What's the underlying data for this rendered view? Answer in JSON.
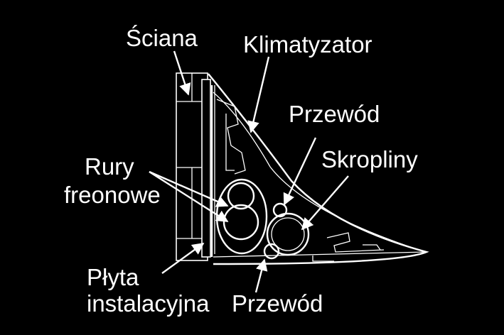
{
  "diagram": {
    "labels": {
      "sciana": "Ściana",
      "klimatyzator": "Klimatyzator",
      "przewod_top": "Przewód",
      "skropliny": "Skropliny",
      "rury_line1": "Rury",
      "rury_line2": "freonowe",
      "plyta_line1": "Płyta",
      "plyta_line2": "instalacyjna",
      "przewod_bottom": "Przewód"
    },
    "colors": {
      "background": "#000000",
      "stroke": "#ffffff"
    }
  }
}
